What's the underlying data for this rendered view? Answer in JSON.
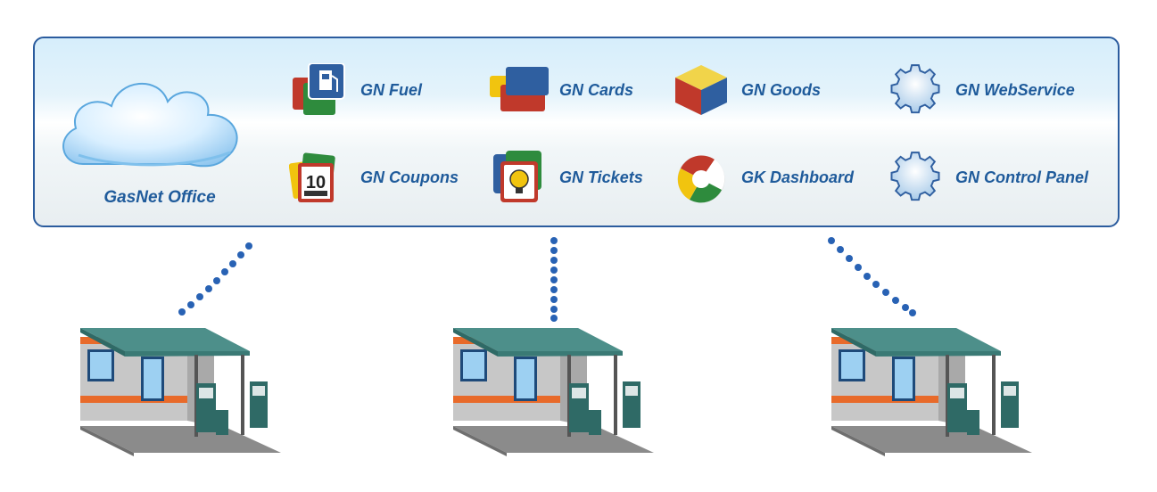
{
  "office": {
    "label": "GasNet Office"
  },
  "modules": [
    {
      "label": "GN Fuel",
      "icon": "fuel-pump-icon"
    },
    {
      "label": "GN Cards",
      "icon": "cards-icon"
    },
    {
      "label": "GN Goods",
      "icon": "box-icon"
    },
    {
      "label": "GN WebService",
      "icon": "gear-icon"
    },
    {
      "label": "GN Coupons",
      "icon": "coupons-icon"
    },
    {
      "label": "GN Tickets",
      "icon": "ticket-bulb-icon"
    },
    {
      "label": "GK Dashboard",
      "icon": "dashboard-icon"
    },
    {
      "label": "GN Control Panel",
      "icon": "gear-icon"
    }
  ],
  "colors": {
    "accent": "#1f5b9b",
    "border": "#2b5c9e",
    "dots": "#2862b4",
    "roof": "#4d8f8a"
  },
  "stations": [
    {
      "name": "gas-station-1"
    },
    {
      "name": "gas-station-2"
    },
    {
      "name": "gas-station-3"
    }
  ]
}
